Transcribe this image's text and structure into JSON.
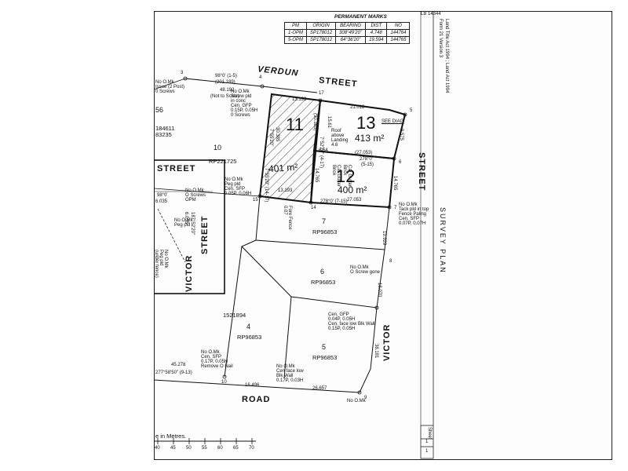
{
  "plan_id": "LB 14344",
  "side_note": [
    "Land Title Act 1994 ; Land Act 1994",
    "Form 21 Version 3"
  ],
  "survey_plan": "SURVEY PLAN",
  "sheet": {
    "label": "Sheet",
    "number": "1",
    "of": "of",
    "total": "1"
  },
  "permanent_marks": {
    "title": "PERMANENT MARKS",
    "headers": [
      "PM",
      "ORIGIN",
      "BEARING",
      "DIST",
      "NO"
    ],
    "rows": [
      [
        "1-OPM",
        "SP178012",
        "308°49'20\"",
        "4.748",
        "144764"
      ],
      [
        "5-OPM",
        "SP178012",
        "64°36'20\"",
        "19.594",
        "144765"
      ]
    ]
  },
  "streets": {
    "verdun": "VERDUN",
    "verdun_street": "STREET",
    "street_east": "STREET",
    "street_west": "STREET",
    "victor_west": "VICTOR",
    "street_victor_west": "STREET",
    "victor_east": "VICTOR",
    "road": "ROAD"
  },
  "lots": {
    "lot11": {
      "number": "11",
      "area": "401 m²"
    },
    "lot12": {
      "number": "12",
      "area": "400 m²"
    },
    "lot13": {
      "number": "13",
      "area": "413 m²"
    },
    "lot10": {
      "number": "10",
      "plan": "RP221725"
    },
    "lot7": {
      "number": "7",
      "plan": "RP96853"
    },
    "lot6": {
      "number": "6",
      "plan": "RP96853"
    },
    "lot4": {
      "number": "4",
      "plan": "RP96853"
    },
    "lot5": {
      "number": "5",
      "plan": "RP96853"
    },
    "lot56": {
      "number": "56"
    },
    "rp1521894": "1521894"
  },
  "dimensions": {
    "top_bearing": "98°0' (1-5)",
    "top_rp": "(201.189)",
    "top_dist": "48.192",
    "not_to_scale": "(Not to Scale)",
    "d_13193_top": "13.193",
    "d_13193_bottom": "13.193",
    "d_21018": "21.018",
    "d_27053_mid": "(27.053)",
    "d_27053_low": "27.053",
    "d_278": "278°0'",
    "d_278_sub": "(5-15)",
    "d_278_7": "278°0' (7-15)",
    "d_654": "6.54",
    "d_30385": "30.385",
    "d_30385b": "(30.385)",
    "d_1561": "15.61",
    "d_14765a": "14.765",
    "d_14765b": "14.765",
    "d_9575": "9.575",
    "d_19929": "19.929",
    "d_18070": "18.070",
    "d_38181": "38.181",
    "d_16496": "16.496",
    "d_26657": "26.657",
    "d_45278": "45.278",
    "d_277": "277°58'50\" (9-13)",
    "d_6035": "6.035",
    "d_98b": "98°0'",
    "d_6035b": "6.035",
    "d_187": "187°52'20\"",
    "d_7835": "7°55'20\"",
    "d_7832": "7°52'20\" (4-17)",
    "d_7814": "7°55'20\" (14-17)",
    "d_4": "4",
    "d_3": "3",
    "d_17": "17",
    "d_5": "5",
    "d_6": "6",
    "d_7": "7",
    "d_8": "8",
    "d_9": "9",
    "d_10": "10",
    "d_14": "14",
    "d_15": "15",
    "see_diag": "SEE DIAG",
    "d_184611": "184611",
    "d_83235": "83235"
  },
  "notes": {
    "no_omk_screw": "No O.Mk\nScrew pld\nin conc\nCen. GFP\n0.15P, 0.05H\n0 Screws",
    "no_omk_peg": "No O.Mk\nPeg pld\nCen. SFP\n0.05P, 0.06H",
    "no_omk_tack": "No O.Mk\nTack pld in top\nFence Paling\nCen. SFP\n0.07P, 0.07H",
    "no_omk_screw_gone": "No O.Mk\nO Screw gone",
    "cen_gfp": "Cen. GFP\n0.04P, 0.05H\nCen. face low Blk Wall\n0.15P, 0.05H",
    "no_omk_wall": "No O.Mk\nCen face low\nBlk Wall\n0.17P, 0.03H",
    "no_omk_corner": "No O.Mk\nCen. SFP\n0.17P, 0.05H\nRemove O Nail",
    "no_omk_peg2": "No O.Mk\nPeg pld",
    "no_omk_screw2": "No O.Mk\nO Screws\nOPM",
    "no_omk_left": "No O.Mk\nPeg pld\n(under fence)",
    "no_omk_bottom": "No O.Mk",
    "no_omk_top_left": "No O.Mk\nIssue (2 Post)\n0 Screws",
    "roof_landing": "Roof\nabove\nLanding\n4.6",
    "car_gutter1": "Car Gutter\nBrick",
    "car_gutter2": "Car Gutter\nBrick",
    "fore_fence": "Fore Fence\n0.07"
  },
  "scale": {
    "caption": "e in Metres.",
    "ticks": [
      "40",
      "45",
      "50",
      "55",
      "60",
      "65",
      "70"
    ]
  }
}
